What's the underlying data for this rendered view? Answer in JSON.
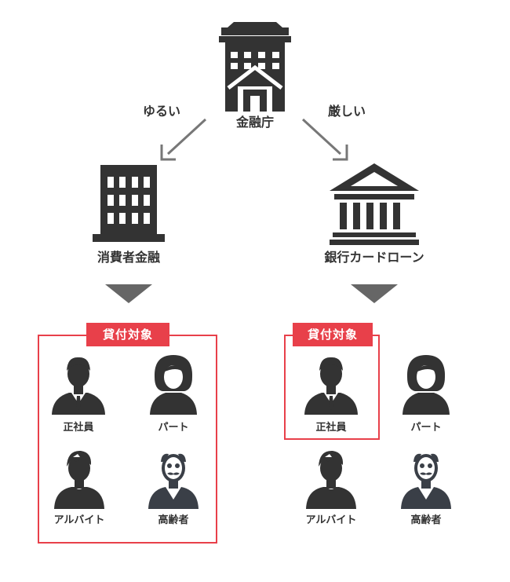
{
  "agency": {
    "label": "金融庁",
    "icon": "government-building-icon"
  },
  "arrows": {
    "left_label": "ゆるい",
    "right_label": "厳しい"
  },
  "lenders": [
    {
      "label": "消費者金融",
      "icon": "office-building-icon"
    },
    {
      "label": "銀行カードローン",
      "icon": "bank-icon"
    }
  ],
  "badge_label": "貸付対象",
  "people": {
    "employee": "正社員",
    "part_time": "パート",
    "part_timer_arbeit": "アルバイト",
    "elderly": "高齢者"
  },
  "colors": {
    "icon": "#333333",
    "arrow": "#777777",
    "accent": "#e8404a"
  }
}
